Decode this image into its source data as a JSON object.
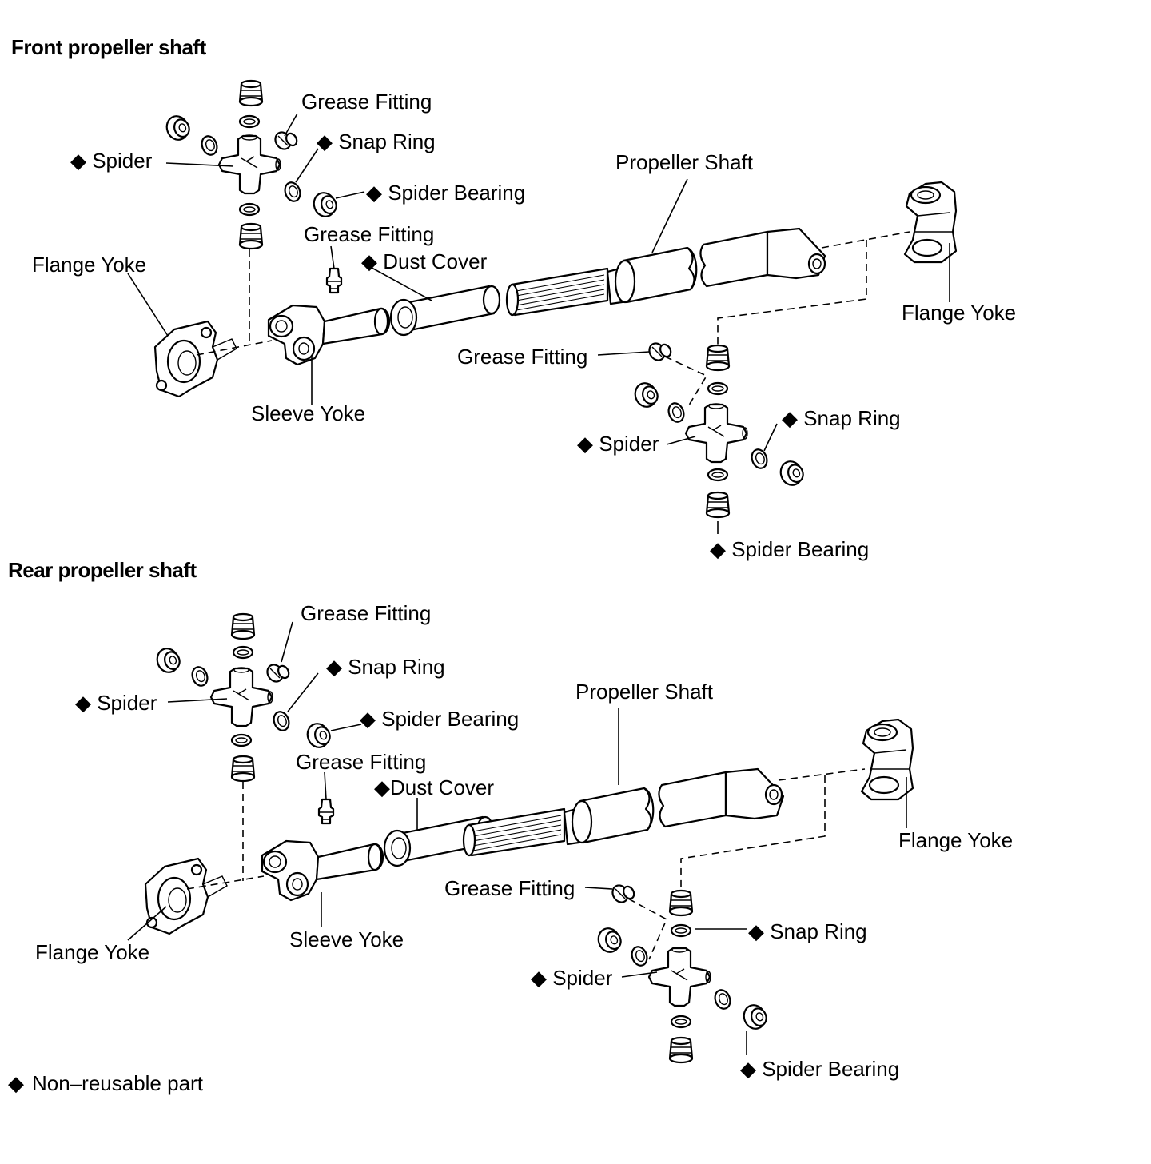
{
  "titles": {
    "front": "Front propeller shaft",
    "rear": "Rear propeller shaft"
  },
  "legend": {
    "symbol": "◆",
    "text": "Non–reusable part"
  },
  "front": {
    "grease_fitting_top": "Grease Fitting",
    "snap_ring_top": "◆ Snap Ring",
    "spider_left": "◆ Spider",
    "spider_bearing_top": "◆ Spider Bearing",
    "grease_fitting_mid": "Grease Fitting",
    "dust_cover": "◆ Dust Cover",
    "flange_yoke_left": "Flange Yoke",
    "sleeve_yoke": "Sleeve Yoke",
    "propeller_shaft": "Propeller Shaft",
    "flange_yoke_right": "Flange Yoke",
    "grease_fitting_right": "Grease Fitting",
    "snap_ring_right": "◆ Snap Ring",
    "spider_right": "◆ Spider",
    "spider_bearing_right": "◆ Spider Bearing"
  },
  "rear": {
    "grease_fitting_top": "Grease Fitting",
    "snap_ring_top": "◆ Snap Ring",
    "spider_left": "◆ Spider",
    "spider_bearing_top": "◆ Spider Bearing",
    "grease_fitting_mid": "Grease Fitting",
    "dust_cover": "◆Dust Cover",
    "propeller_shaft": "Propeller Shaft",
    "flange_yoke_right": "Flange Yoke",
    "grease_fitting_right": "Grease Fitting",
    "snap_ring_right": "◆ Snap Ring",
    "flange_yoke_left": "Flange Yoke",
    "sleeve_yoke": "Sleeve Yoke",
    "spider_right": "◆ Spider",
    "spider_bearing_right": "◆ Spider Bearing"
  }
}
